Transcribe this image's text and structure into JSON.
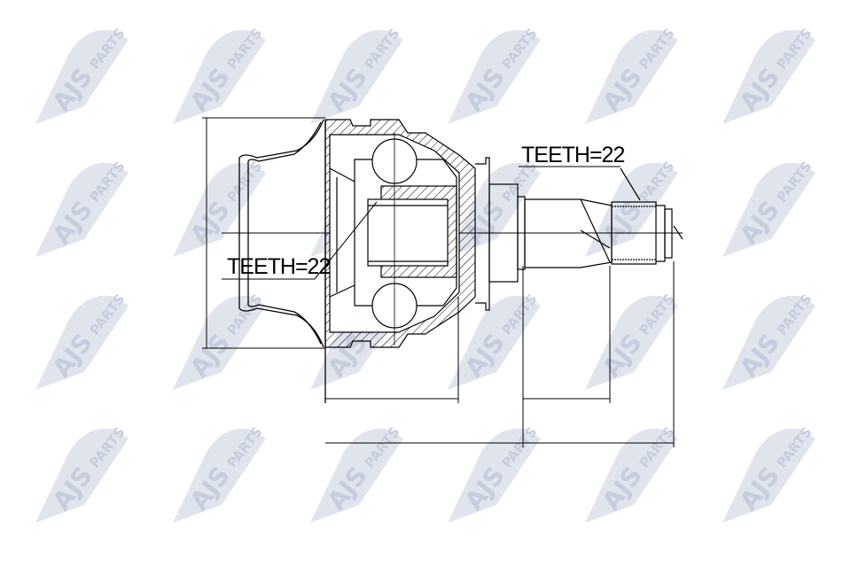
{
  "watermark": {
    "brand": "AJS",
    "suffix": "PARTS",
    "color": "#c3cbdd"
  },
  "labels": {
    "inner_teeth": "TEETH=22",
    "outer_teeth": "TEETH=22"
  },
  "colors": {
    "line": "#000000",
    "background": "#ffffff"
  }
}
